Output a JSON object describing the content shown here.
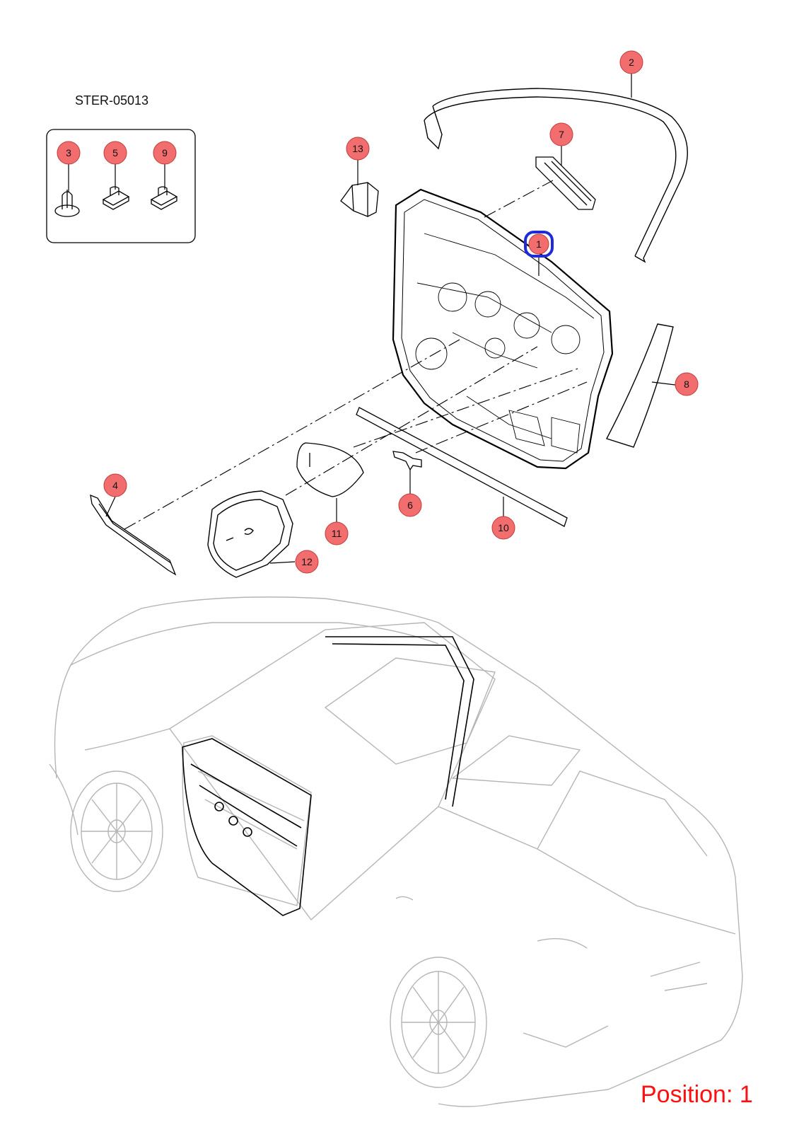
{
  "diagram_code": "STER-05013",
  "position_label": "Position: 1",
  "selected_callout": "1",
  "colors": {
    "callout_fill": "#f26d6d",
    "callout_stroke": "#c23a3a",
    "selected_ring": "#1f2bd6",
    "position_text": "#ff1010",
    "line": "#000000",
    "vehicle_line": "#b5b5b5"
  },
  "callouts": [
    {
      "id": "1",
      "label": "1"
    },
    {
      "id": "2",
      "label": "2"
    },
    {
      "id": "3",
      "label": "3"
    },
    {
      "id": "4",
      "label": "4"
    },
    {
      "id": "5",
      "label": "5"
    },
    {
      "id": "6",
      "label": "6"
    },
    {
      "id": "7",
      "label": "7"
    },
    {
      "id": "8",
      "label": "8"
    },
    {
      "id": "9",
      "label": "9"
    },
    {
      "id": "10",
      "label": "10"
    },
    {
      "id": "11",
      "label": "11"
    },
    {
      "id": "12",
      "label": "12"
    },
    {
      "id": "13",
      "label": "13"
    }
  ]
}
